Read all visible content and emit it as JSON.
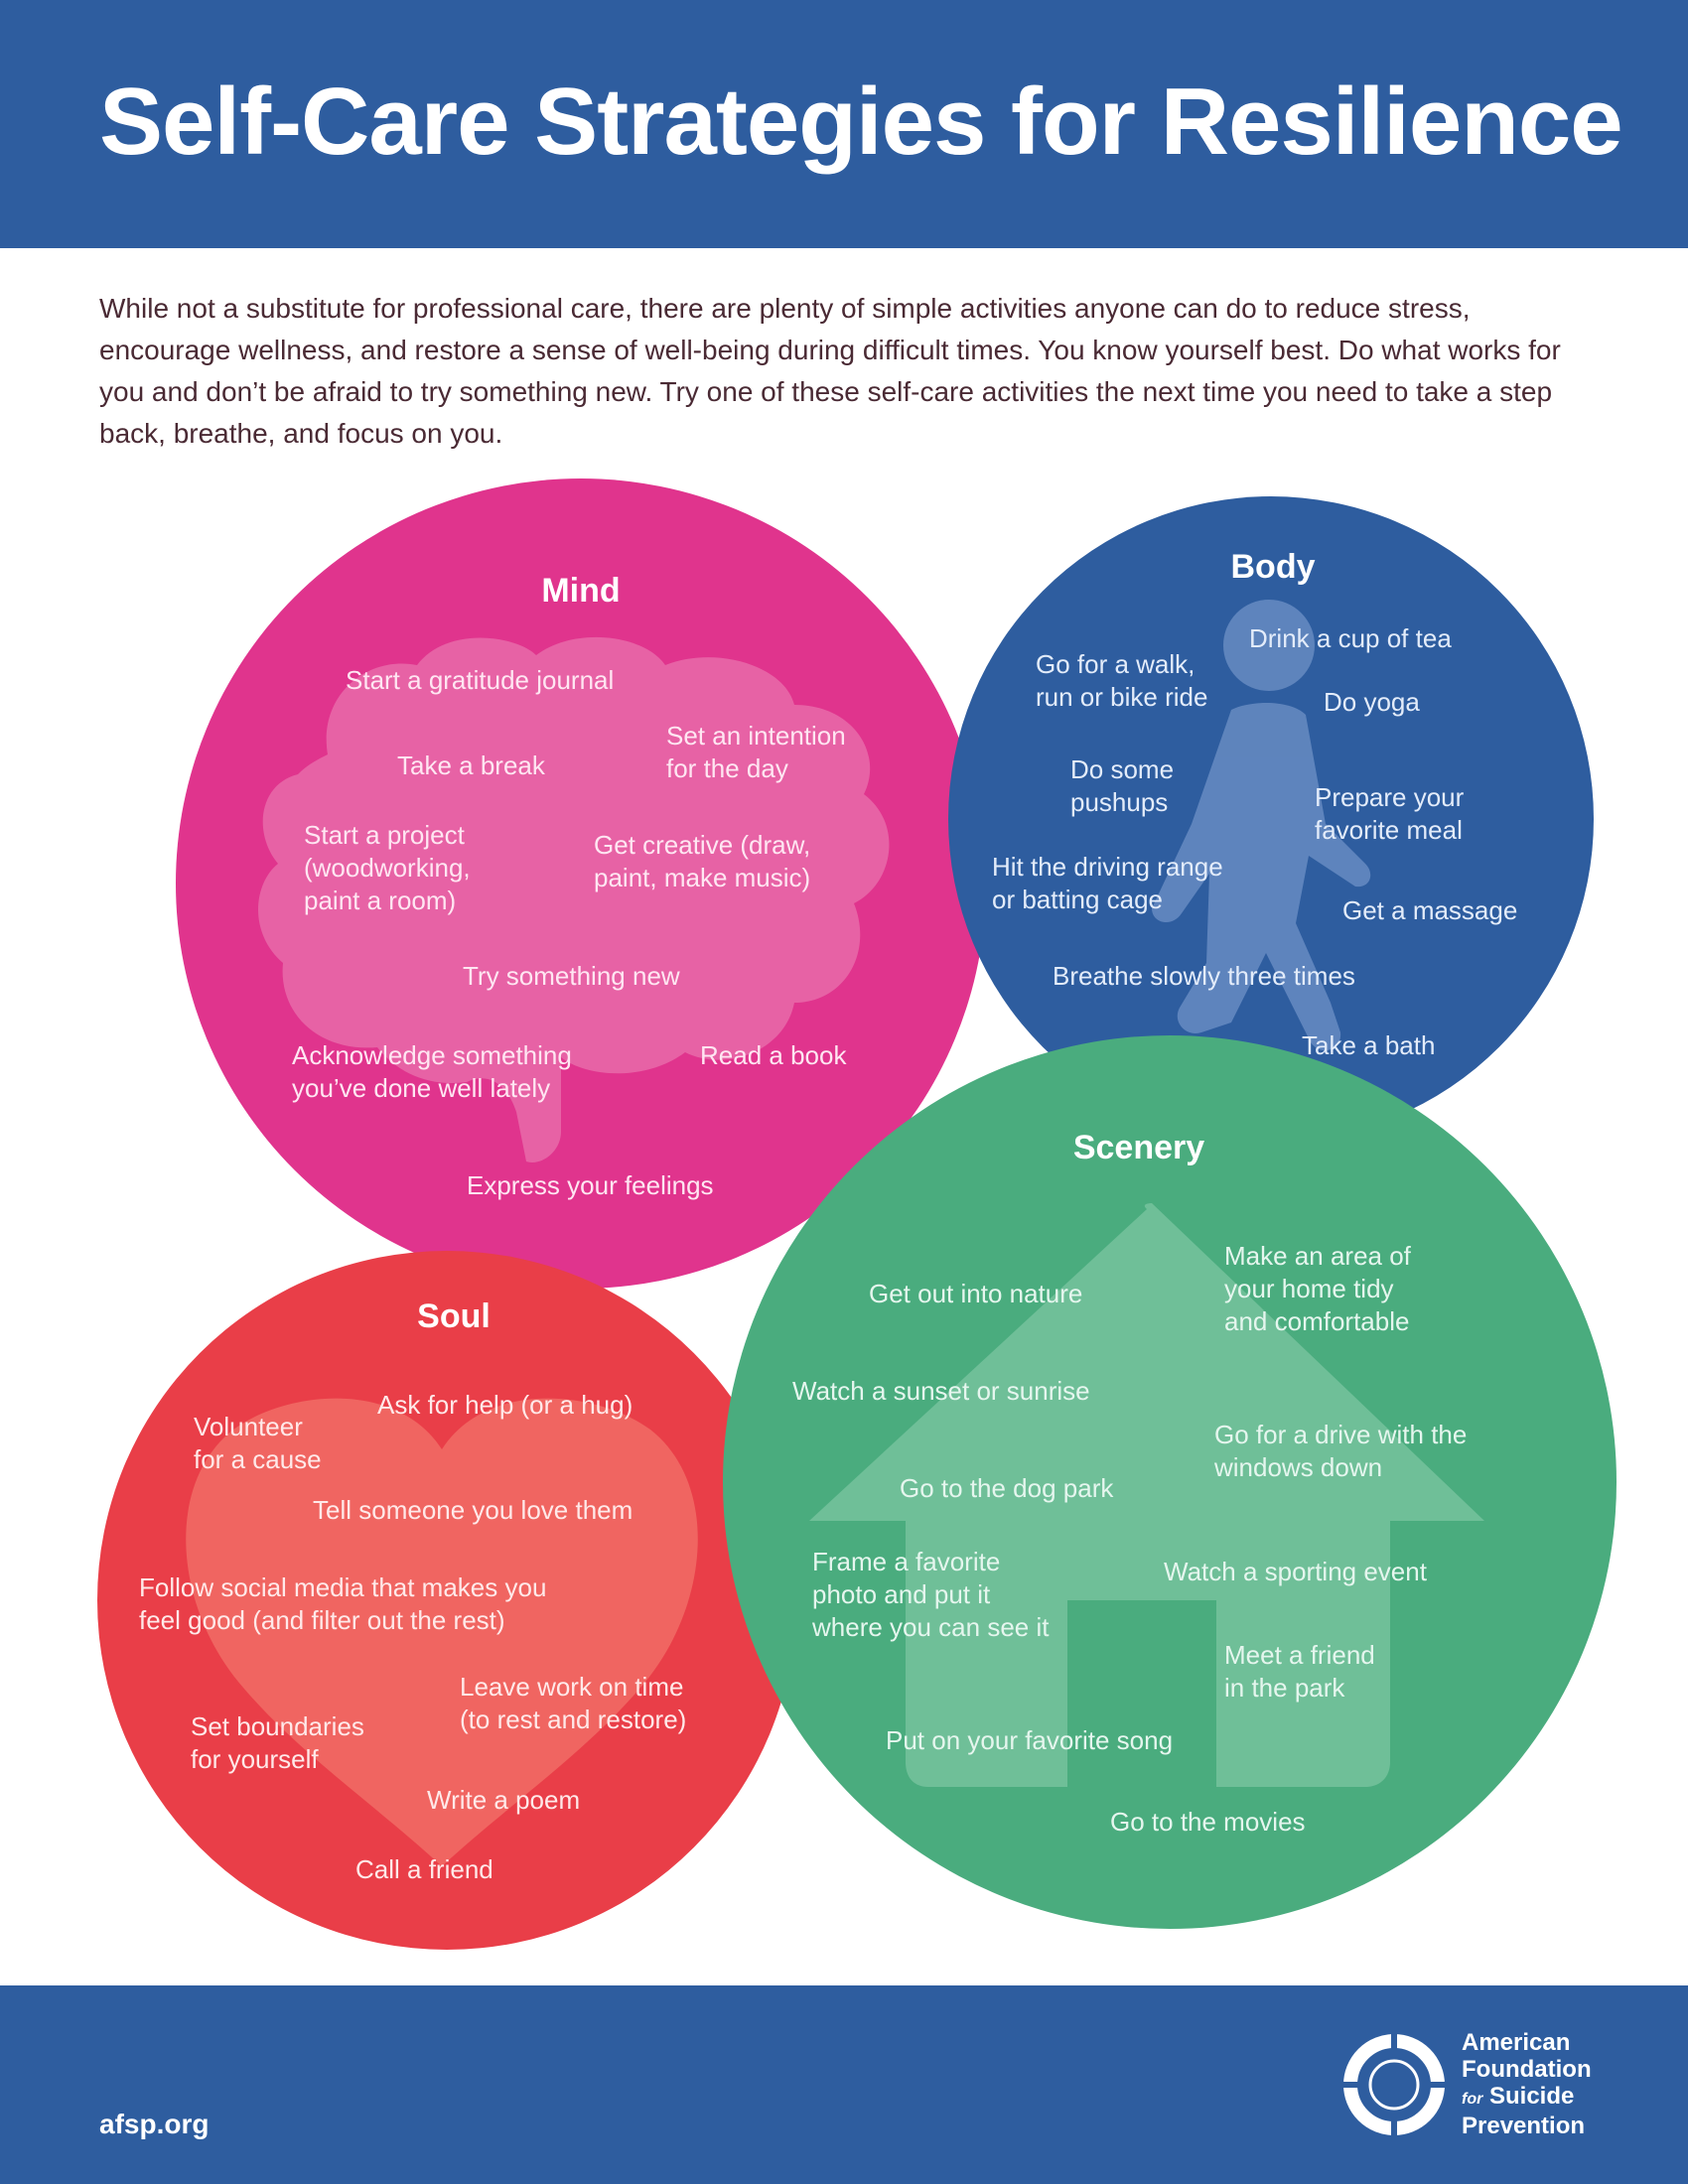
{
  "header": {
    "title": "Self-Care Strategies for Resilience"
  },
  "intro": "While not a substitute for professional care, there are plenty of simple activities anyone can do to reduce stress, encourage wellness, and restore a sense of well-being during difficult times. You know yourself best. Do what works for you and don’t be afraid to try something new. Try one of these self-care activities the next time you need to take a step back, breathe, and focus on you.",
  "colors": {
    "header_blue": "#2e5d9f",
    "mind_pink": "#e0348d",
    "body_blue": "#2e5d9f",
    "soul_red": "#e93e48",
    "scenery_green": "#4aac7e"
  },
  "sections": {
    "mind": {
      "title": "Mind",
      "icon": "brain-icon",
      "items": {
        "i0": [
          "Start a gratitude journal"
        ],
        "i1": [
          "Set an intention",
          "for the day"
        ],
        "i2": [
          "Take a break"
        ],
        "i3": [
          "Start a project",
          "(woodworking,",
          "paint a room)"
        ],
        "i4": [
          "Get creative (draw,",
          "paint, make music)"
        ],
        "i5": [
          "Try something new"
        ],
        "i6": [
          "Acknowledge something",
          "you’ve done well lately"
        ],
        "i7": [
          "Read a book"
        ],
        "i8": [
          "Express your feelings"
        ]
      }
    },
    "body": {
      "title": "Body",
      "icon": "walking-person-icon",
      "items": {
        "i0": [
          "Drink a cup of tea"
        ],
        "i1": [
          "Go for a walk,",
          "run or bike ride"
        ],
        "i2": [
          "Do yoga"
        ],
        "i3": [
          "Do some",
          "pushups"
        ],
        "i4": [
          "Prepare your",
          "favorite meal"
        ],
        "i5": [
          "Hit the driving range",
          "or batting cage"
        ],
        "i6": [
          "Get a massage"
        ],
        "i7": [
          "Breathe slowly three times"
        ],
        "i8": [
          "Take a bath"
        ]
      }
    },
    "soul": {
      "title": "Soul",
      "icon": "heart-icon",
      "items": {
        "i0": [
          "Ask for help (or a hug)"
        ],
        "i1": [
          "Volunteer",
          "for a cause"
        ],
        "i2": [
          "Tell someone you love them"
        ],
        "i3": [
          "Follow social media that makes you",
          "feel good (and filter out the rest)"
        ],
        "i4": [
          "Leave work on time",
          "(to rest and restore)"
        ],
        "i5": [
          "Set boundaries",
          "for yourself"
        ],
        "i6": [
          "Write a poem"
        ],
        "i7": [
          "Call a friend"
        ]
      }
    },
    "scenery": {
      "title": "Scenery",
      "icon": "house-icon",
      "items": {
        "i0": [
          "Make an area of",
          "your home tidy",
          "and comfortable"
        ],
        "i1": [
          "Get out into nature"
        ],
        "i2": [
          "Watch a sunset or sunrise"
        ],
        "i3": [
          "Go for a drive with the",
          "windows down"
        ],
        "i4": [
          "Go to the dog park"
        ],
        "i5": [
          "Frame a favorite",
          "photo and put it",
          "where you can see it"
        ],
        "i6": [
          "Watch a sporting event"
        ],
        "i7": [
          "Meet a friend",
          "in the park"
        ],
        "i8": [
          "Put on your favorite song"
        ],
        "i9": [
          "Go to the movies"
        ]
      }
    }
  },
  "footer": {
    "site": "afsp.org",
    "logo_icon": "life-ring-icon",
    "logo_lines": [
      "American",
      "Foundation",
      "for",
      "Suicide",
      "Prevention"
    ]
  }
}
